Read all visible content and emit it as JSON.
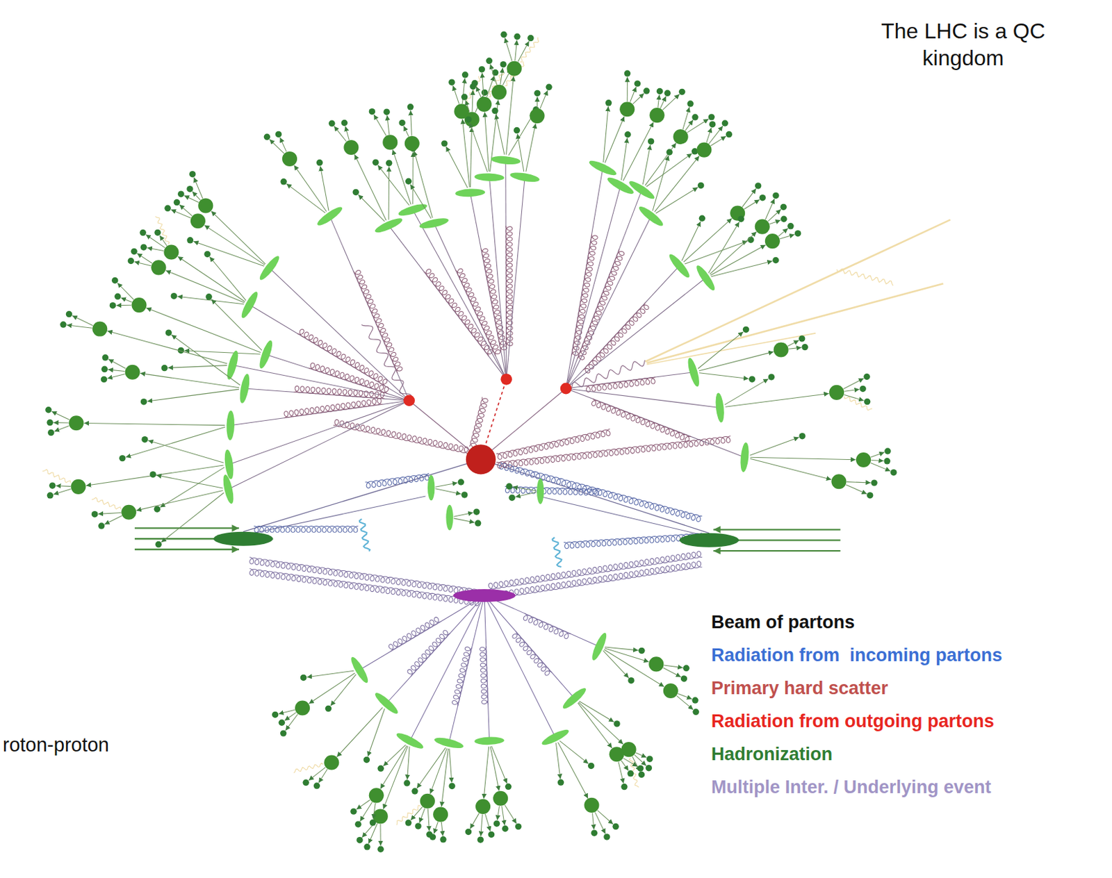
{
  "diagram": {
    "title": "The LHC is a QC kingdom",
    "labels": [
      "roton-proton"
    ],
    "legend": [
      {
        "text": "Beam of partons",
        "color": "#111111"
      },
      {
        "text": "Radiation from  incoming partons",
        "color": "#3b6fd4"
      },
      {
        "text": "Primary hard scatter",
        "color": "#c0504d"
      },
      {
        "text": "Radiation from outgoing partons",
        "color": "#e8261f"
      },
      {
        "text": "Hadronization",
        "color": "#2f7d32"
      },
      {
        "text": "Multiple Inter. / Underlying event",
        "color": "#a195c6"
      }
    ]
  }
}
